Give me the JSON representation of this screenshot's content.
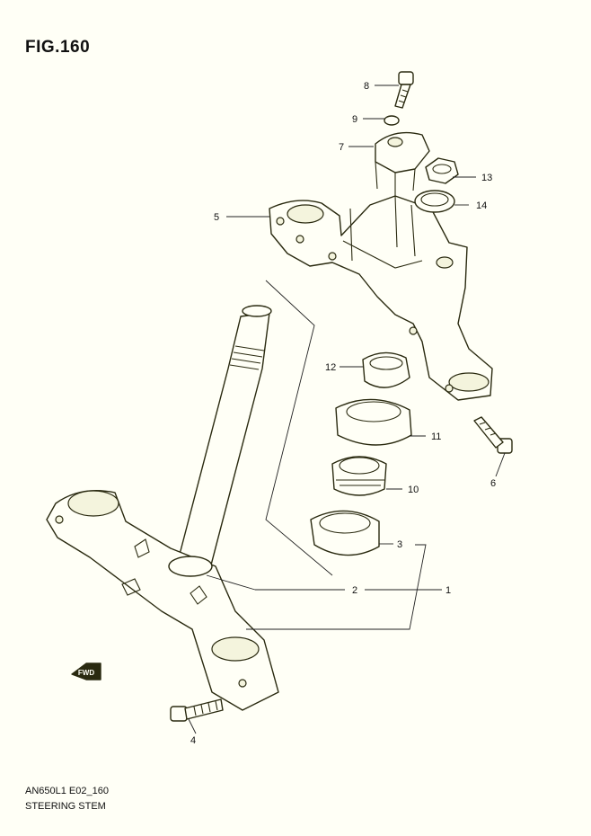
{
  "figure": {
    "title": "FIG.160",
    "code": "AN650L1 E02_160",
    "name": "STEERING STEM"
  },
  "callouts": [
    "1",
    "2",
    "3",
    "4",
    "5",
    "6",
    "7",
    "8",
    "9",
    "10",
    "11",
    "12",
    "13",
    "14"
  ],
  "fwd_badge": "FWD",
  "colors": {
    "background": "#fffff6",
    "line": "#2a2a10"
  }
}
